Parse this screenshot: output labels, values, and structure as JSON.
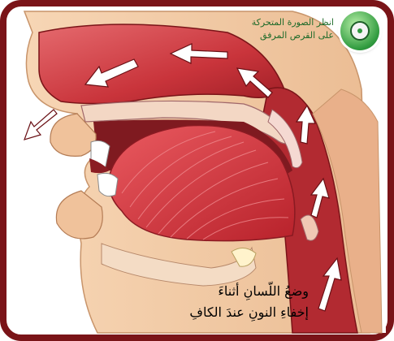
{
  "cd_note": {
    "line1": "انظر الصورة المتحركة",
    "line2": "على القرص المرفق",
    "icon": "cd-disc-icon"
  },
  "caption": {
    "line1": "وضعُ اللّسانِ أثناءَ",
    "line2": "إخفاءِ النونِ عندَ الكافِ"
  },
  "colors": {
    "frame": "#7a1418",
    "skin": "#f2c7a0",
    "cavity": "#c8323a",
    "tongue": "#d8353d",
    "arrow": "#ffffff",
    "cd_accent": "#2f9a3e",
    "note_text": "#1f6b2a"
  }
}
